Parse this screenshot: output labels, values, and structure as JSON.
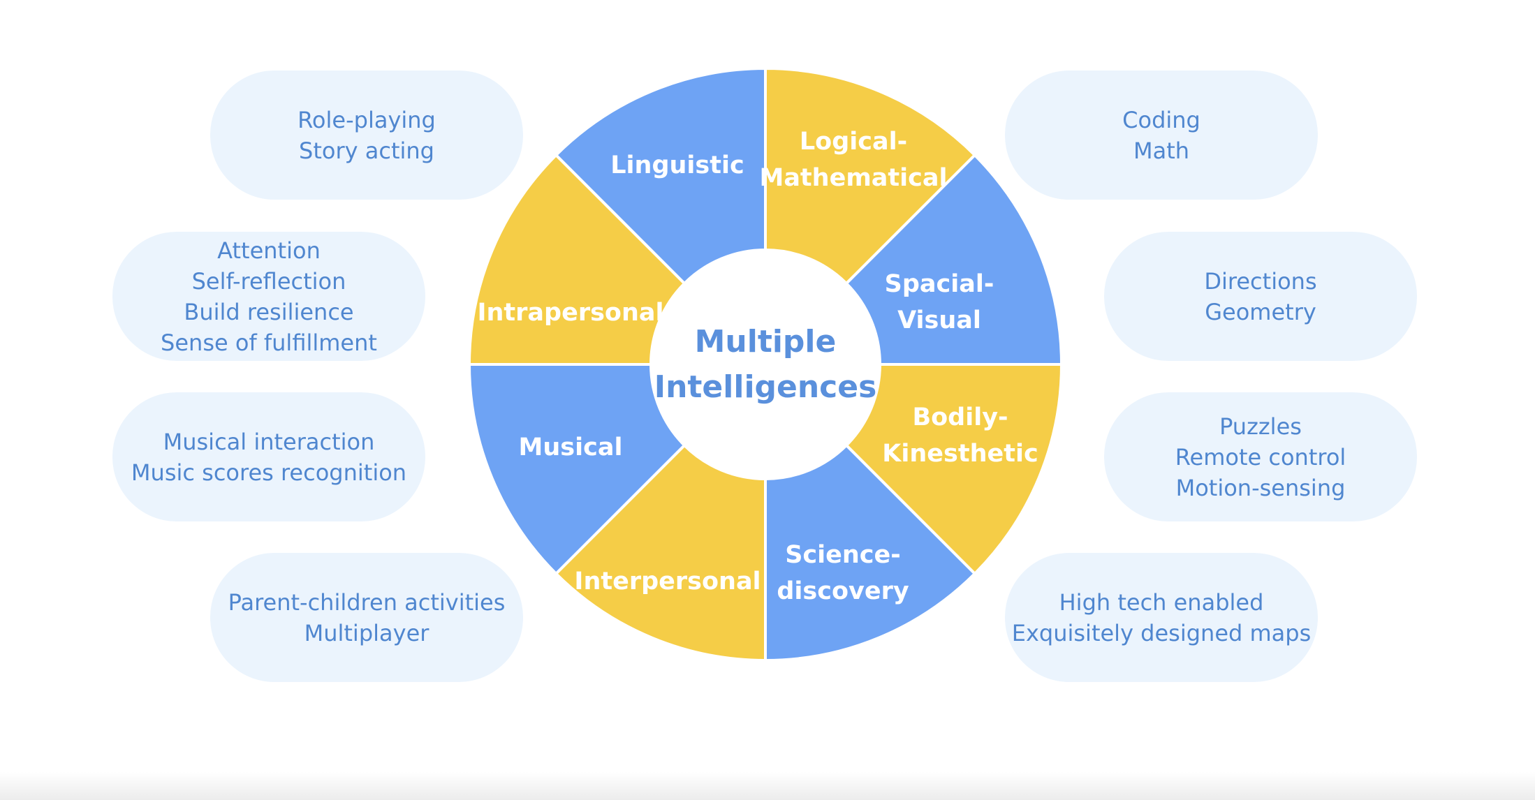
{
  "title": "Multiple Intelligences",
  "center": {
    "line1": "Multiple",
    "line2": "Intelligences"
  },
  "colors": {
    "blue": "#6ea3f4",
    "yellow": "#f5cd47",
    "pill_bg": "#ebf4fd",
    "pill_text": "#4f86cf",
    "center_text": "#5a90dc"
  },
  "segments": [
    {
      "id": "linguistic",
      "lines": [
        "Linguistic"
      ],
      "color": "blue"
    },
    {
      "id": "logical-mathematical",
      "lines": [
        "Logical-",
        "Mathematical"
      ],
      "color": "yellow"
    },
    {
      "id": "spacial-visual",
      "lines": [
        "Spacial-",
        "Visual"
      ],
      "color": "blue"
    },
    {
      "id": "bodily-kinesthetic",
      "lines": [
        "Bodily-",
        "Kinesthetic"
      ],
      "color": "yellow"
    },
    {
      "id": "science-discovery",
      "lines": [
        "Science-",
        "discovery"
      ],
      "color": "blue"
    },
    {
      "id": "interpersonal",
      "lines": [
        "Interpersonal"
      ],
      "color": "yellow"
    },
    {
      "id": "musical",
      "lines": [
        "Musical"
      ],
      "color": "blue"
    },
    {
      "id": "intrapersonal",
      "lines": [
        "Intrapersonal"
      ],
      "color": "yellow"
    }
  ],
  "activities": {
    "role_playing": [
      "Role-playing",
      "Story acting"
    ],
    "attention": [
      "Attention",
      "Self-reflection",
      "Build resilience",
      "Sense of fulfillment"
    ],
    "musical": [
      "Musical interaction",
      "Music scores recognition"
    ],
    "parent": [
      "Parent-children activities",
      "Multiplayer"
    ],
    "coding": [
      "Coding",
      "Math"
    ],
    "directions": [
      "Directions",
      "Geometry"
    ],
    "puzzles": [
      "Puzzles",
      "Remote control",
      "Motion-sensing"
    ],
    "high_tech": [
      "High tech enabled",
      "Exquisitely designed maps"
    ]
  }
}
